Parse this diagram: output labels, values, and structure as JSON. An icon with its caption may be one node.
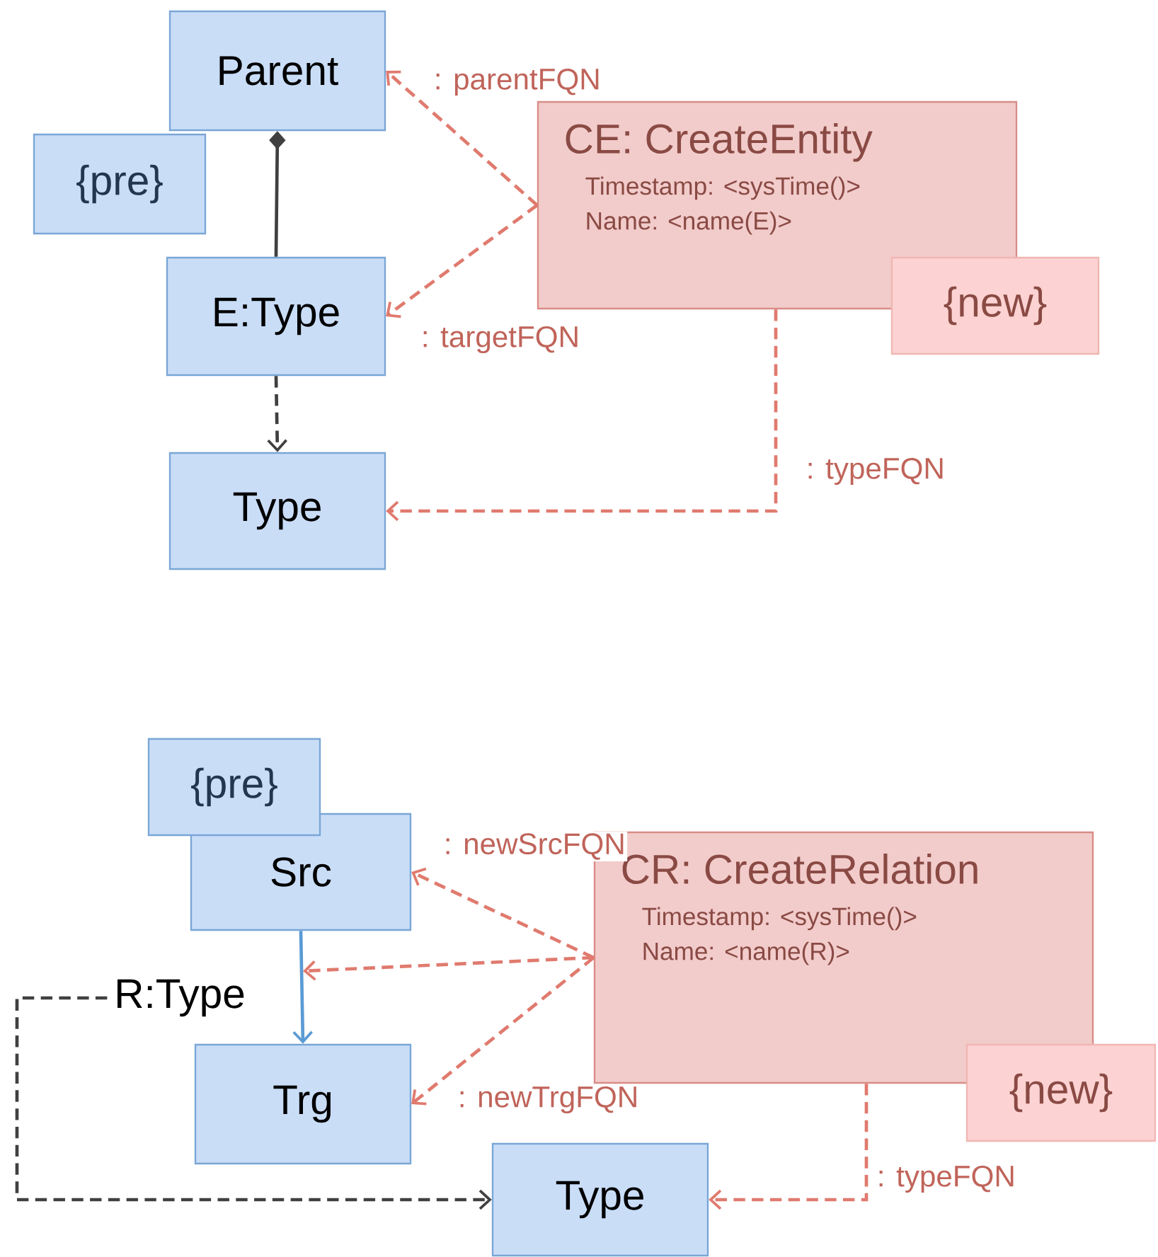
{
  "diagram": {
    "nodes": [
      {
        "text": [
          "Parent"
        ]
      },
      {
        "text": [
          "{pre}"
        ]
      },
      {
        "text": [
          "E:Type"
        ]
      },
      {
        "text": [
          "Type"
        ]
      },
      {
        "text": [
          "CE: CreateEntity",
          "Timestamp: <sysTime()>",
          "Name: <name(E)>"
        ]
      },
      {
        "text": [
          "{new}"
        ]
      },
      {
        "text": [
          "{pre}"
        ]
      },
      {
        "text": [
          "Src"
        ]
      },
      {
        "text": [
          "R:Type"
        ]
      },
      {
        "text": [
          "Trg"
        ]
      },
      {
        "text": [
          "CR: CreateRelation",
          "Timestamp: <sysTime()>",
          "Name: <name(R)>"
        ]
      },
      {
        "text": [
          "{new}"
        ]
      },
      {
        "text": [
          "Type"
        ]
      }
    ],
    "edges": [
      {
        "from": 0,
        "to": 2,
        "arrow": "other",
        "color": "#404040"
      },
      {
        "from": 2,
        "to": 3,
        "arrow": "to",
        "style": "dashed",
        "color": "#404040"
      },
      {
        "from": 4,
        "to": 0,
        "arrow": "to",
        "style": "dashed",
        "label": ": parentFQN"
      },
      {
        "from": 4,
        "to": 2,
        "arrow": "to",
        "style": "dashed",
        "label": ": targetFQN"
      },
      {
        "from": 4,
        "to": 3,
        "arrow": "to",
        "style": "dashed",
        "label": ": typeFQN"
      },
      {
        "from": 7,
        "to": 9,
        "arrow": "to",
        "color": "#5b9bd5"
      },
      {
        "from": 10,
        "to": 7,
        "arrow": "to",
        "style": "dashed",
        "label": ": newSrcFQN"
      },
      {
        "from": 10,
        "to": null,
        "arrow": "to",
        "style": "dashed"
      },
      {
        "from": 10,
        "to": 9,
        "arrow": "to",
        "style": "dashed",
        "label": ": newTrgFQN"
      },
      {
        "from": 10,
        "to": 12,
        "arrow": "to",
        "style": "dashed",
        "label": ": typeFQN"
      },
      {
        "from": 8,
        "to": 12,
        "arrow": "to",
        "style": "dashed",
        "color": "#404040"
      }
    ]
  }
}
